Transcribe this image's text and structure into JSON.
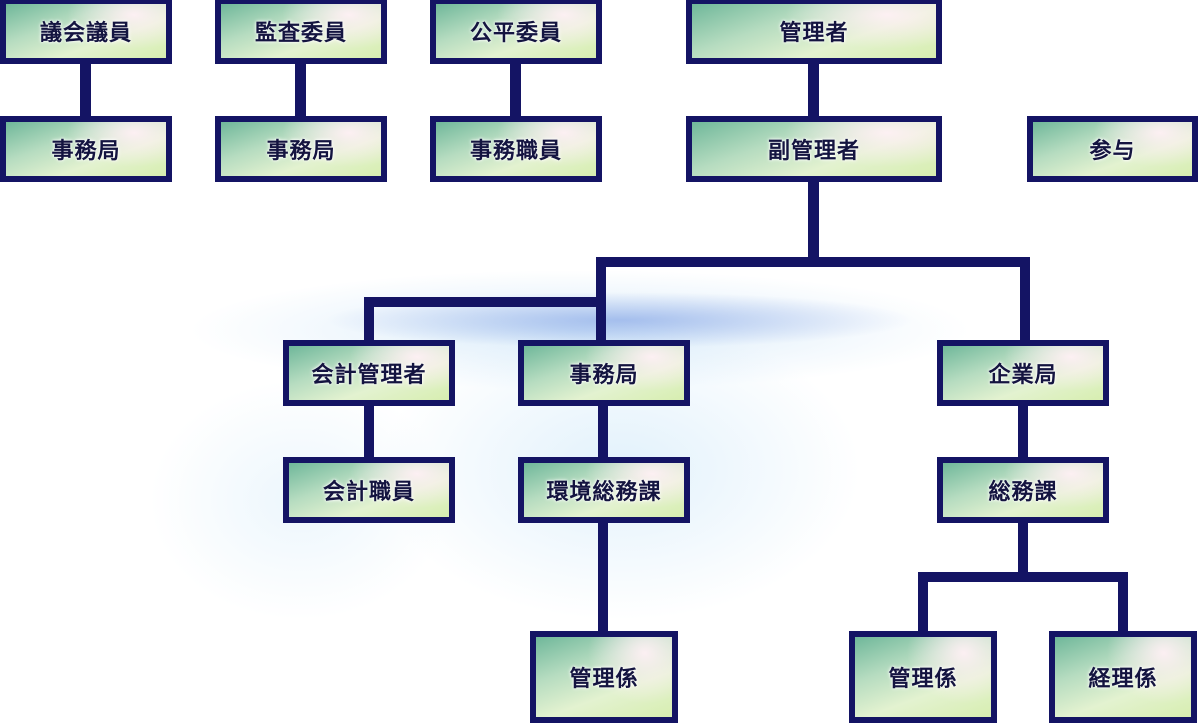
{
  "chart_data": {
    "type": "org-chart",
    "title": "",
    "colors": {
      "border": "#141464",
      "box_fill_start": "#6fb79a",
      "box_fill_end": "#d7eeb0",
      "text": "#141440"
    },
    "nodes": [
      {
        "id": "gikai_giin",
        "label": "議会議員"
      },
      {
        "id": "gikai_jimukyoku",
        "label": "事務局",
        "parent": "gikai_giin"
      },
      {
        "id": "kansa_iin",
        "label": "監査委員"
      },
      {
        "id": "kansa_jimukyoku",
        "label": "事務局",
        "parent": "kansa_iin"
      },
      {
        "id": "kouhei_iin",
        "label": "公平委員"
      },
      {
        "id": "jimu_shokuin",
        "label": "事務職員",
        "parent": "kouhei_iin"
      },
      {
        "id": "kanrisha",
        "label": "管理者"
      },
      {
        "id": "fuku_kanrisha",
        "label": "副管理者",
        "parent": "kanrisha"
      },
      {
        "id": "sanyo",
        "label": "参与"
      },
      {
        "id": "kaikei_kanrisha",
        "label": "会計管理者",
        "parent": "fuku_kanrisha"
      },
      {
        "id": "kaikei_shokuin",
        "label": "会計職員",
        "parent": "kaikei_kanrisha"
      },
      {
        "id": "jimukyoku",
        "label": "事務局",
        "parent": "fuku_kanrisha"
      },
      {
        "id": "kankyo_soumuka",
        "label": "環境総務課",
        "parent": "jimukyoku"
      },
      {
        "id": "kanri_kakari_1",
        "label": "管理係",
        "parent": "kankyo_soumuka"
      },
      {
        "id": "kigyoukyoku",
        "label": "企業局",
        "parent": "fuku_kanrisha"
      },
      {
        "id": "soumuka",
        "label": "総務課",
        "parent": "kigyoukyoku"
      },
      {
        "id": "kanri_kakari_2",
        "label": "管理係",
        "parent": "soumuka"
      },
      {
        "id": "keiri_kakari",
        "label": "経理係",
        "parent": "soumuka"
      }
    ]
  },
  "boxes": {
    "gikai_giin": "議会議員",
    "gikai_jimukyoku": "事務局",
    "kansa_iin": "監査委員",
    "kansa_jimukyoku": "事務局",
    "kouhei_iin": "公平委員",
    "jimu_shokuin": "事務職員",
    "kanrisha": "管理者",
    "fuku_kanrisha": "副管理者",
    "sanyo": "参与",
    "kaikei_kanrisha": "会計管理者",
    "kaikei_shokuin": "会計職員",
    "jimukyoku": "事務局",
    "kankyo_soumuka": "環境総務課",
    "kanri_kakari_1": "管理係",
    "kigyoukyoku": "企業局",
    "soumuka": "総務課",
    "kanri_kakari_2": "管理係",
    "keiri_kakari": "経理係"
  }
}
